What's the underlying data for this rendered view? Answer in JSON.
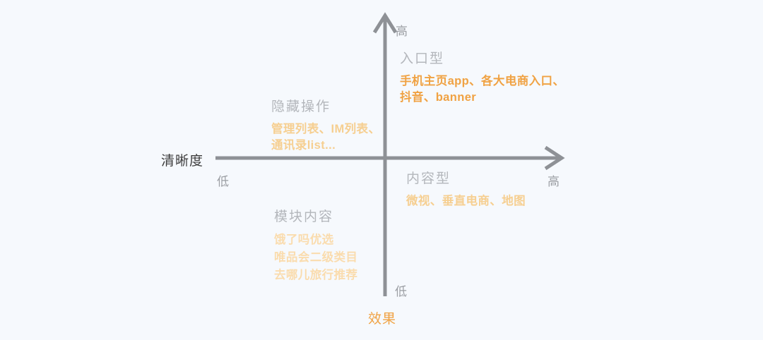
{
  "background_color": "#f6f9fd",
  "colors": {
    "axis": "#8e9196",
    "axis_name": "#3c3c3c",
    "accent_strong": "#f0a243",
    "accent_mid": "#f6cf91",
    "accent_soft": "#fadcae",
    "group_title": "#b3b6bb",
    "tick": "#9b9ea3"
  },
  "axes": {
    "horizontal": {
      "name": "清晰度",
      "low_label": "低",
      "high_label": "高",
      "arrow": "arrow-right"
    },
    "vertical": {
      "name": "效果",
      "low_label": "低",
      "high_label": "高",
      "arrow": "arrow-up"
    }
  },
  "quadrants": [
    {
      "id": "entry",
      "title": "入口型",
      "tone": "strong",
      "items": [
        "手机主页app、各大电商入口、",
        "抖音、banner"
      ]
    },
    {
      "id": "hidden",
      "title": "隐藏操作",
      "tone": "mid",
      "items": [
        "管理列表、IM列表、",
        "通讯录list..."
      ]
    },
    {
      "id": "content",
      "title": "内容型",
      "tone": "mid",
      "items": [
        "微视、垂直电商、地图"
      ]
    },
    {
      "id": "module",
      "title": "模块内容",
      "tone": "soft",
      "items": [
        "饿了吗优选",
        "唯品会二级类目",
        "去哪儿旅行推荐"
      ]
    }
  ]
}
